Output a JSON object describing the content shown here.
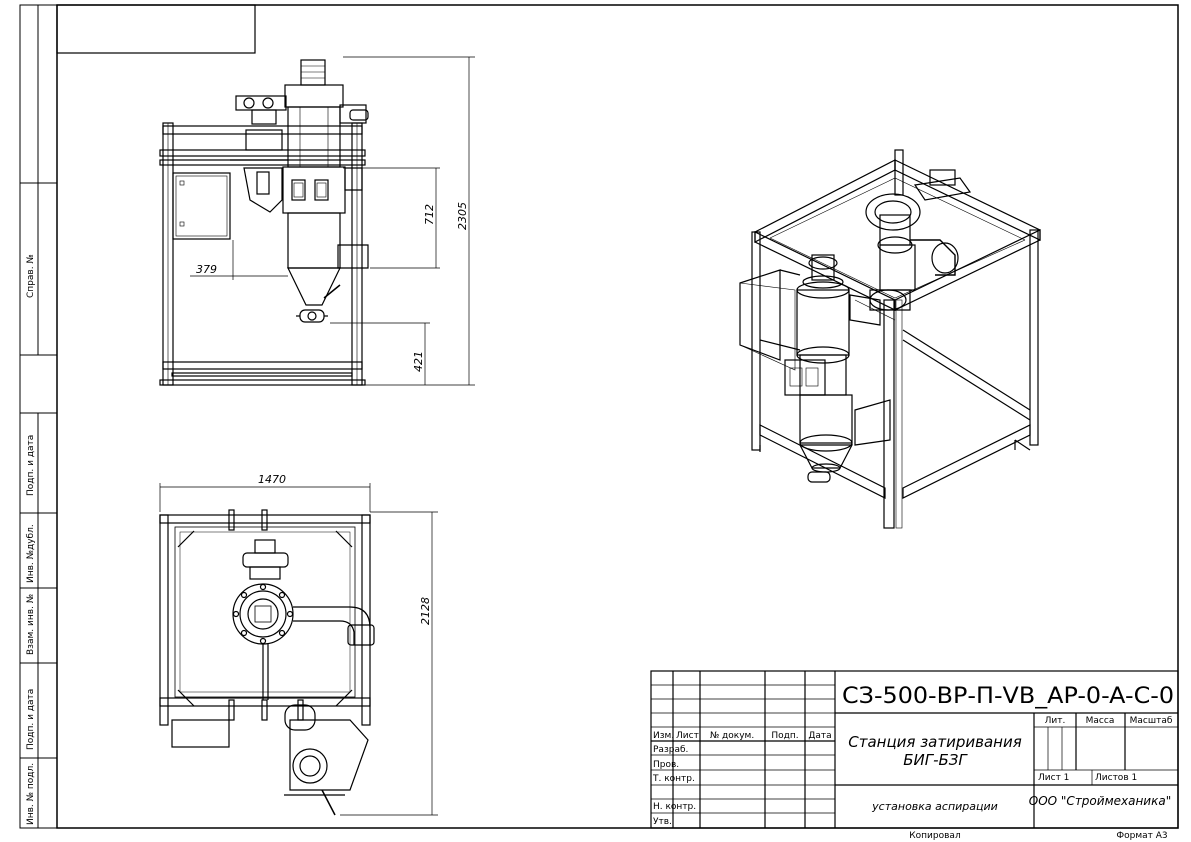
{
  "side_labels": {
    "sprav_no": "Справ. №",
    "podp_data_1": "Подп. и дата",
    "inv_dubl": "Инв. №дубл.",
    "vzam_inv": "Взам. инв. №",
    "podp_data_2": "Подп. и дата",
    "inv_podl": "Инв. № подл."
  },
  "dimensions": {
    "width_top": "379",
    "h712": "712",
    "h2305": "2305",
    "h421": "421",
    "w1470": "1470",
    "h2128": "2128"
  },
  "title_block": {
    "designation": "СЗ-500-ВР-П-VB_AP-0-A-C-0",
    "name_line1": "Станция затиривания",
    "name_line2": "БИГ-БЗГ",
    "doc_title": "установка аспирации",
    "company": "ООО \"Строймеханика\"",
    "lit": "Лит.",
    "massa": "Масса",
    "masshtab": "Масштаб",
    "list": "Лист 1",
    "listov": "Листов 1",
    "col_izm": "Изм.",
    "col_list": "Лист",
    "col_docum": "№ докум.",
    "col_podp": "Подп.",
    "col_data": "Дата",
    "row_razrab": "Разраб.",
    "row_prov": "Пров.",
    "row_tkontr": "Т. контр.",
    "row_nkontr": "Н. контр.",
    "row_utv": "Утв."
  },
  "footer": {
    "copied": "Копировал",
    "format": "Формат A3"
  }
}
